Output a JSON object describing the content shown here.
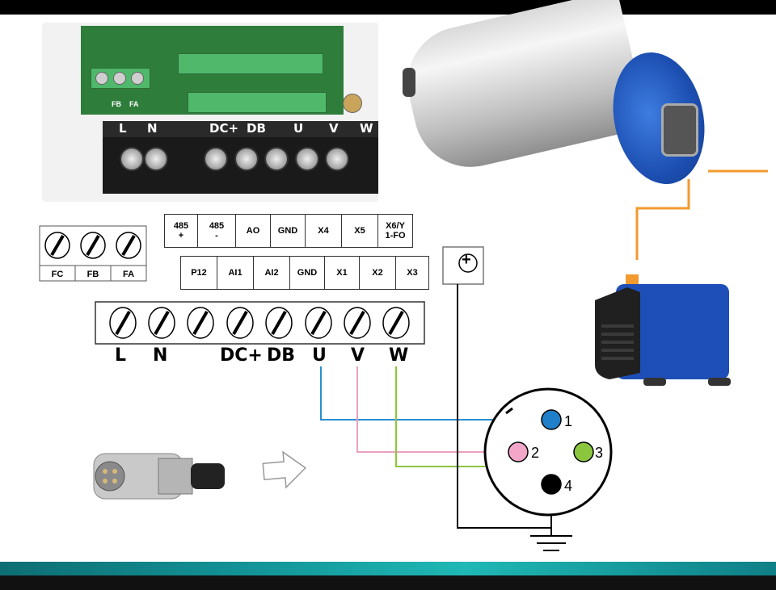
{
  "photo_labels": {
    "l": "L",
    "n": "N",
    "dc": "DC+",
    "db": "DB",
    "u": "U",
    "v": "V",
    "w": "W",
    "fb": "FB",
    "fa": "FA"
  },
  "relay_terminals": [
    "FC",
    "FB",
    "FA"
  ],
  "signal_row_top": [
    "485\n+",
    "485\n-",
    "AO",
    "GND",
    "X4",
    "X5",
    "X6/Y\n1-FO"
  ],
  "signal_row_bottom": [
    "P12",
    "AI1",
    "AI2",
    "GND",
    "X1",
    "X2",
    "X3"
  ],
  "power_labels": [
    "L",
    "N",
    "DC+",
    "DB",
    "U",
    "V",
    "W"
  ],
  "ground_symbol": "+",
  "pins": [
    "1",
    "2",
    "3",
    "4"
  ],
  "colors": {
    "u_wire": "#2a8fd0",
    "v_wire": "#e8a1c0",
    "w_wire": "#8cc63f",
    "pin1": "#1f7fc8",
    "pin2": "#f4a6c8",
    "pin3": "#8cc63f",
    "pin4": "#000000",
    "hose": "#f39a2e",
    "spindle_blue": "#1d4fb2"
  }
}
